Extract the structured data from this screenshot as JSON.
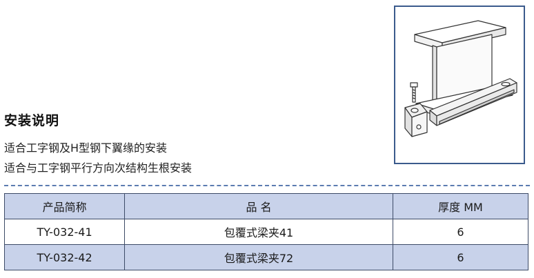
{
  "section": {
    "title": "安装说明",
    "lines": [
      "适合工字钢及H型钢下翼缘的安装",
      "适合与工字钢平行方向次结构生根安装"
    ]
  },
  "illustration": {
    "icon": "beam-clamp-installation-diagram",
    "frame_color": "#3a5a8c"
  },
  "table": {
    "headers": [
      "产品简称",
      "品 名",
      "厚度 MM"
    ],
    "rows": [
      [
        "TY-032-41",
        "包覆式梁夹41",
        "6"
      ],
      [
        "TY-032-42",
        "包覆式梁夹72",
        "6"
      ]
    ],
    "header_bg": "#c8d2ea",
    "stripe_bg": "#c8d2ea"
  }
}
